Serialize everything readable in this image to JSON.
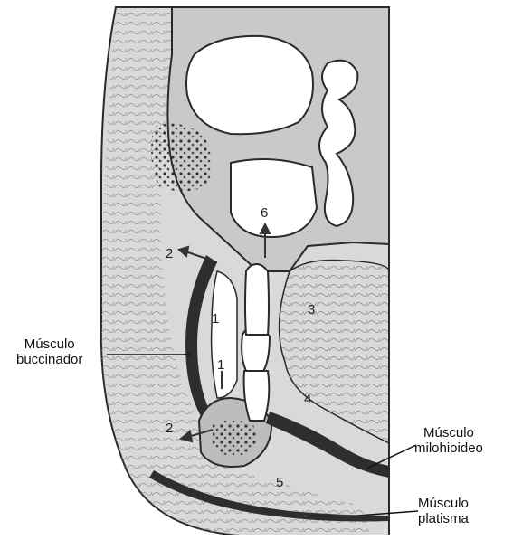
{
  "figure": {
    "labels": {
      "buccinador": [
        "Músculo",
        "buccinador"
      ],
      "milohioideo": [
        "Músculo",
        "milohioideo"
      ],
      "platisma": [
        "Músculo",
        "platisma"
      ]
    },
    "numbers": [
      "1",
      "1",
      "2",
      "2",
      "3",
      "4",
      "5",
      "6"
    ]
  },
  "colors": {
    "tissue": "#d9d9d9",
    "bone": "#bdbdbd",
    "muscle_dark": "#2e2e2e",
    "outline": "#2a2a2a",
    "background": "#ffffff"
  }
}
